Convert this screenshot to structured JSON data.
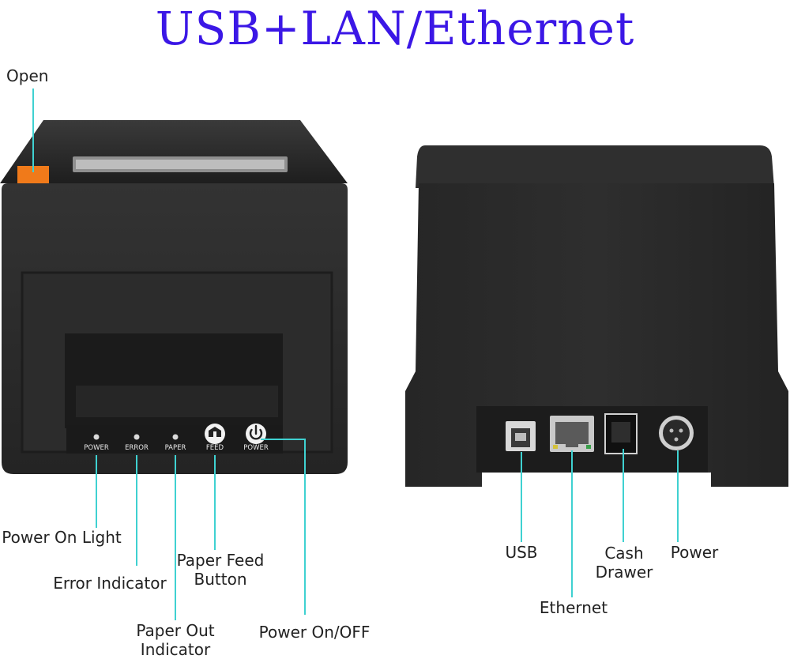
{
  "title": "USB+LAN/Ethernet",
  "panel_labels": {
    "power_led": "POWER",
    "error_led": "ERROR",
    "paper_led": "PAPER",
    "feed_button": "FEED",
    "power_button": "POWER"
  },
  "callouts": {
    "open": "Open",
    "power_on_light": "Power On Light",
    "error_indicator": "Error Indicator",
    "paper_out_indicator": [
      "Paper Out",
      "Indicator"
    ],
    "paper_feed_button": [
      "Paper Feed",
      "Button"
    ],
    "power_on_off": "Power On/OFF",
    "usb": "USB",
    "ethernet": "Ethernet",
    "cash_drawer": [
      "Cash",
      "Drawer"
    ],
    "power": "Power"
  },
  "colors": {
    "title": "#3b17e6",
    "leader_line": "#3fd1d1",
    "printer_body": "#2a2a2a",
    "open_tab": "#f07a1a"
  },
  "icons": [
    "feed-arrow-icon",
    "power-symbol-icon",
    "usb-b-port-icon",
    "ethernet-port-icon",
    "rj11-port-icon",
    "dc-power-jack-icon"
  ]
}
